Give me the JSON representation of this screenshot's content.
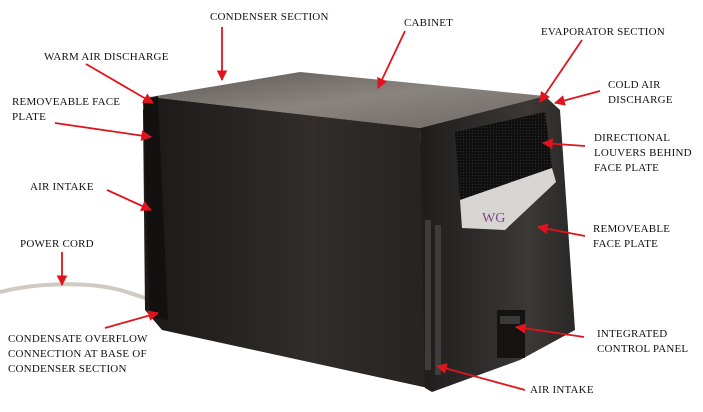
{
  "diagram": {
    "subject": "Wine cooling unit labeled parts diagram",
    "accent_color": "#e0141c",
    "unit_colors": {
      "cabinet_top": "#7b7571",
      "body": "#2b2826",
      "face_plate": "#222",
      "badge": "#d7d6d2"
    },
    "badge_text": "WG",
    "labels": {
      "condenser_section": "CONDENSER SECTION",
      "cabinet": "CABINET",
      "evaporator_section": "EVAPORATOR SECTION",
      "warm_air_discharge": "WARM AIR DISCHARGE",
      "cold_air_discharge": "COLD AIR\nDISCHARGE",
      "removeable_face_plate_left": "REMOVEABLE FACE\nPLATE",
      "directional_louvers": "DIRECTIONAL\nLOUVERS BEHIND\nFACE PLATE",
      "air_intake_left": "AIR INTAKE",
      "removeable_face_plate_right": "REMOVEABLE\nFACE PLATE",
      "power_cord": "POWER CORD",
      "condensate_overflow": "CONDENSATE OVERFLOW\nCONNECTION AT BASE OF\nCONDENSER SECTION",
      "integrated_control_panel": "INTEGRATED\nCONTROL PANEL",
      "air_intake_bottom": "AIR INTAKE"
    }
  }
}
